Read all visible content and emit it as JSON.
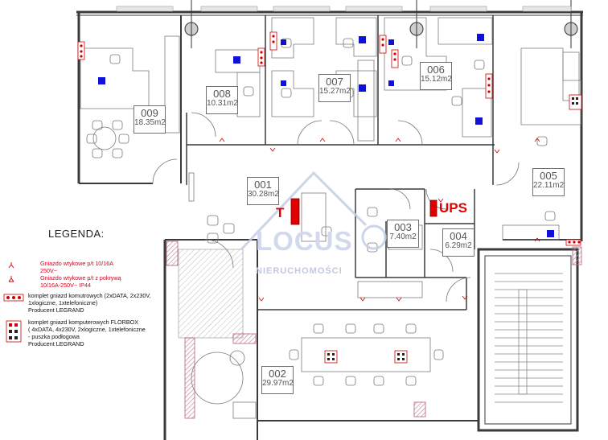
{
  "rooms": [
    {
      "number": "009",
      "area": "18.35m2"
    },
    {
      "number": "008",
      "area": "10.31m2"
    },
    {
      "number": "007",
      "area": "15.27m2"
    },
    {
      "number": "006",
      "area": "15.12m2"
    },
    {
      "number": "005",
      "area": "22.11m2"
    },
    {
      "number": "001",
      "area": "30.28m2"
    },
    {
      "number": "003",
      "area": "7.40m2"
    },
    {
      "number": "004",
      "area": "6.29m2"
    },
    {
      "number": "002",
      "area": "29.97m2"
    }
  ],
  "tags": {
    "t": "T",
    "ups": "UPS"
  },
  "legend": {
    "title": "LEGENDA:",
    "items": [
      {
        "lines": [
          "Gniazdo wtykowe p/t 10/16A",
          "250V~"
        ]
      },
      {
        "lines": [
          "Gniazdo wtykowe p/t z pokrywą",
          "10/16A-250V~ IP44"
        ]
      },
      {
        "lines": [
          "komplet gniazd komutrowych (2xDATA,  2x230V,",
          "1xlogiczne, 1xtelefoniczne)",
          "Producent LEGRAND"
        ]
      },
      {
        "lines": [
          "komplet gniazd komputerowych FLORBOX",
          "( 4xDATA, 4x230V, 2xlogiczne, 1xtelefoniczne",
          "- puszka podłogowa",
          "Producent LEGRAND"
        ]
      }
    ]
  },
  "watermark": {
    "brand": "LOCUS",
    "subtitle": "NIERUCHOMOŚCI"
  },
  "colors": {
    "wall": "#3a3a3a",
    "line": "#7a7a7a",
    "desk_marker": "#1010d8",
    "red": "#e00000",
    "pink": "#d9a0b4"
  }
}
